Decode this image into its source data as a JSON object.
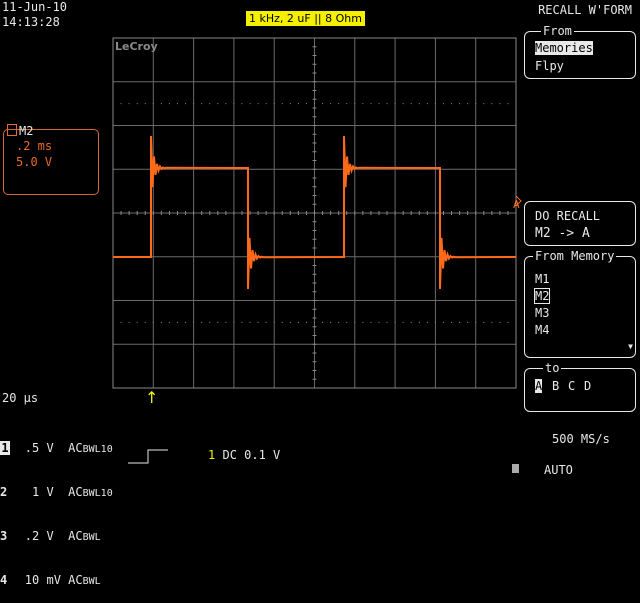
{
  "timestamp": {
    "date": "11-Jun-10",
    "time": "14:13:28"
  },
  "waveform_title": "1 kHz, 2 uF || 8 Ohm",
  "brand_label": "LeCroy",
  "trace_marker": "A",
  "trigger_marker": "↑",
  "memory_trace": {
    "name": "M2",
    "timebase": ".2 ms",
    "volts": "5.0 V"
  },
  "menu": {
    "title": "RECALL W'FORM",
    "from_caption": "From",
    "from_options": [
      "Memories",
      "Flpy"
    ],
    "from_selected": "Memories",
    "do_recall_line1": "DO RECALL",
    "do_recall_line2": "M2 -> A",
    "from_memory_caption": "From Memory",
    "memory_options": [
      "M1",
      "M2",
      "M3",
      "M4"
    ],
    "memory_selected": "M2",
    "to_caption": "to",
    "to_options": [
      "A",
      "B",
      "C",
      "D"
    ],
    "to_selected": "A"
  },
  "timebase": "20 µs",
  "channels": [
    {
      "num": "1",
      "volts": ".5",
      "unit": "V",
      "coupling": "AC",
      "sup": "BWL",
      "sub": "10"
    },
    {
      "num": "2",
      "volts": "1",
      "unit": "V",
      "coupling": "AC",
      "sup": "BWL",
      "sub": "10"
    },
    {
      "num": "3",
      "volts": ".2",
      "unit": "V",
      "coupling": "AC",
      "sup": "BWL",
      "sub": ""
    },
    {
      "num": "4",
      "volts": "10",
      "unit": "mV",
      "coupling": "AC",
      "sup": "BWL",
      "sub": ""
    }
  ],
  "trigger": {
    "channel": "1",
    "coupling": "DC",
    "level": "0.1 V"
  },
  "sample_rate": "500 MS/s",
  "trigger_mode": "AUTO",
  "colors": {
    "trace": "#ff6a1a",
    "title_bg": "#f4f000",
    "trigger_arrow": "#f4f000",
    "grid": "#6a6a6a"
  }
}
